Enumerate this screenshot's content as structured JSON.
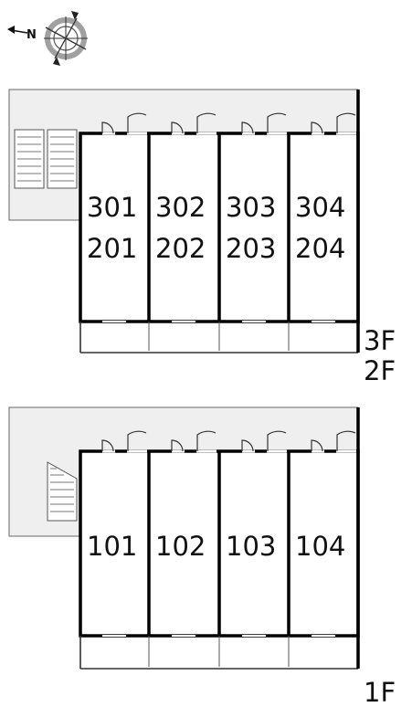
{
  "compass": {
    "north_label": "N",
    "icon": "compass-rose-icon"
  },
  "upper_block": {
    "units_top_row": [
      "301",
      "302",
      "303",
      "304"
    ],
    "units_bottom_row": [
      "201",
      "202",
      "203",
      "204"
    ],
    "floor_label_a": "3F",
    "floor_label_b": "2F"
  },
  "lower_block": {
    "units": [
      "101",
      "102",
      "103",
      "104"
    ],
    "floor_label": "1F"
  },
  "colors": {
    "corridor_fill": "#efefef",
    "wall": "#000000",
    "line": "#555555",
    "compass_ring": "#9a9a9a"
  }
}
